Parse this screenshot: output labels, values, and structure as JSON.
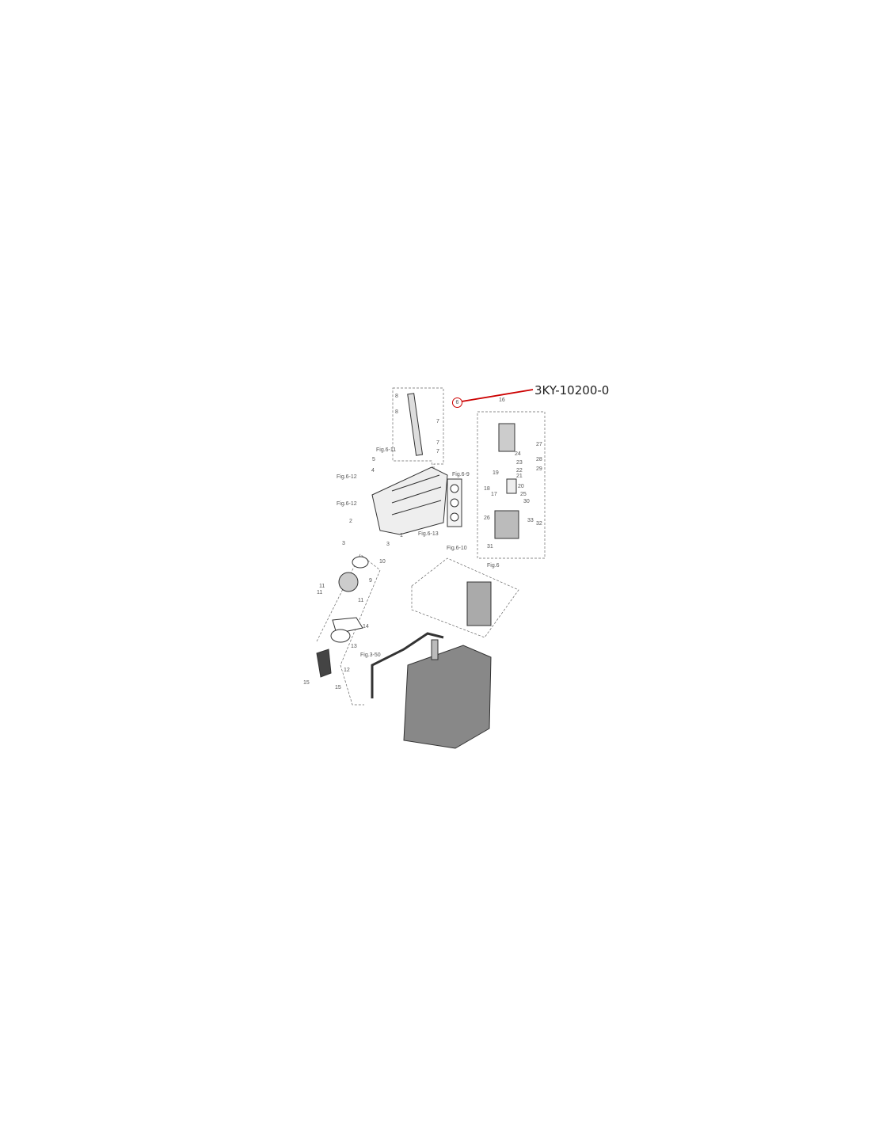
{
  "part_number": "3KY-10200-0",
  "highlight_ref": "6",
  "highlight_color": "#cc0000",
  "callouts": {
    "c8a": "8",
    "c8b": "8",
    "c7a": "7",
    "c7b": "7",
    "c7c": "7",
    "c16": "16",
    "c27": "27",
    "c28": "28",
    "c29": "29",
    "c24": "24",
    "c23": "23",
    "c22": "22",
    "c19": "19",
    "c21": "21",
    "c20": "20",
    "c25": "25",
    "c30": "30",
    "c18": "18",
    "c17": "17",
    "c26": "26",
    "c33": "33",
    "c32": "32",
    "c31": "31",
    "fig611": "Fig.6-11",
    "c5": "5",
    "c4": "4",
    "fig612a": "Fig.6-12",
    "fig612b": "Fig.6-12",
    "fig69": "Fig.6-9",
    "c2": "2",
    "c1": "1",
    "fig613": "Fig.6-13",
    "fig610": "Fig.6-10",
    "c3a": "3",
    "c3b": "3",
    "c10": "10",
    "fig6": "Fig.6",
    "c9": "9",
    "c11a": "11",
    "c11b": "11",
    "c11c": "11",
    "c14": "14",
    "c13": "13",
    "fig350": "Fig.3-50",
    "c12": "12",
    "c15a": "15",
    "c15b": "15"
  }
}
